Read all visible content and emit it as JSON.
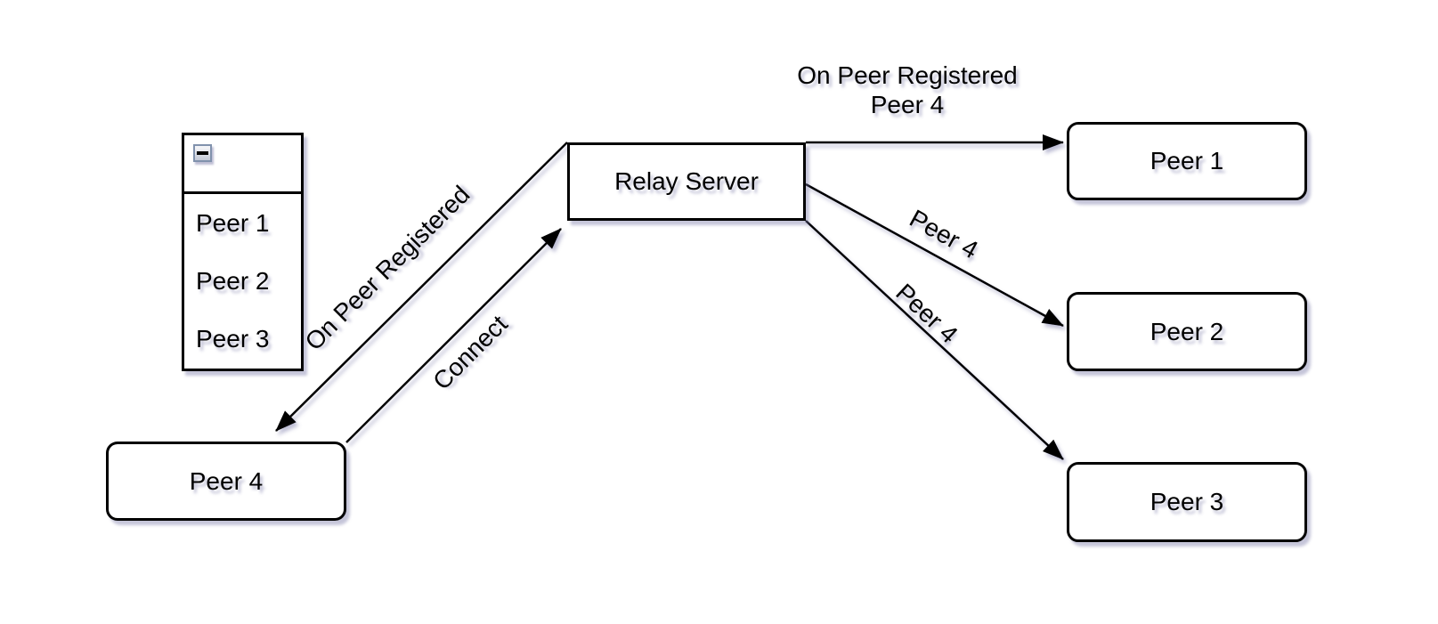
{
  "diagram": {
    "colors": {
      "background": "#ffffff",
      "stroke": "#000000",
      "node_fill": "#ffffff",
      "shadow": "rgba(110,110,160,0.40)",
      "collapse_button_border": "#8192ad"
    },
    "peer_list": {
      "collapse_icon": "minus-square-icon",
      "items": [
        "Peer 1",
        "Peer 2",
        "Peer 3"
      ]
    },
    "nodes": {
      "relay_server": {
        "label": "Relay Server"
      },
      "peer1": {
        "label": "Peer 1"
      },
      "peer2": {
        "label": "Peer 2"
      },
      "peer3": {
        "label": "Peer 3"
      },
      "peer4": {
        "label": "Peer 4"
      }
    },
    "edges": {
      "relay_to_peer1": {
        "label_line1": "On Peer Registered",
        "label_line2": "Peer 4"
      },
      "relay_to_peer2": {
        "label": "Peer 4"
      },
      "relay_to_peer3": {
        "label": "Peer 4"
      },
      "relay_to_peer4": {
        "label": "On Peer Registered"
      },
      "peer4_to_relay": {
        "label": "Connect"
      }
    }
  }
}
